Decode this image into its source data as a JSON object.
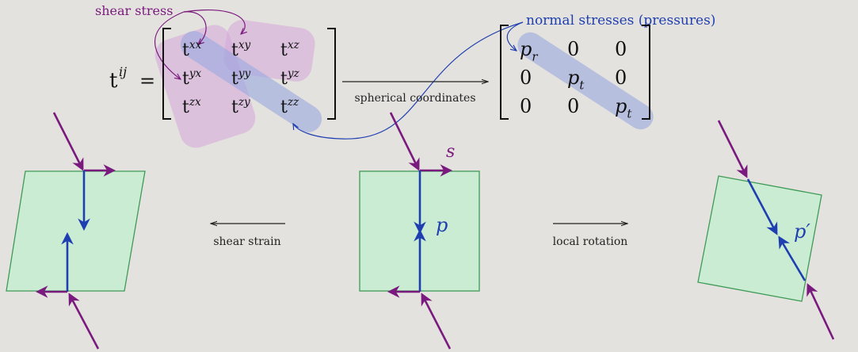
{
  "annotations": {
    "shear_stress": "shear stress",
    "normal_stresses": "normal stresses (pressures)"
  },
  "tensor": {
    "symbol": "t",
    "indices": "ij",
    "equals": "=",
    "entries": [
      [
        "t^xx",
        "t^xy",
        "t^xz"
      ],
      [
        "t^yx",
        "t^yy",
        "t^yz"
      ],
      [
        "t^zx",
        "t^zy",
        "t^zz"
      ]
    ]
  },
  "arrow_labels": {
    "spherical": "spherical coordinates",
    "shear_strain": "shear strain",
    "local_rotation": "local rotation"
  },
  "spherical_matrix": {
    "rows": [
      [
        "p_r",
        "0",
        "0"
      ],
      [
        "0",
        "p_t",
        "0"
      ],
      [
        "0",
        "0",
        "p_t"
      ]
    ]
  },
  "element_labels": {
    "s": "s",
    "p": "p",
    "p_prime": "p′"
  },
  "colors": {
    "purple": "#7a1a7e",
    "blue": "#1f3fb0",
    "green_fill": "#c9ecd3",
    "green_stroke": "#3f9a57",
    "purple_highlight": "#d3a6da",
    "blue_highlight": "#9aa8e0"
  }
}
